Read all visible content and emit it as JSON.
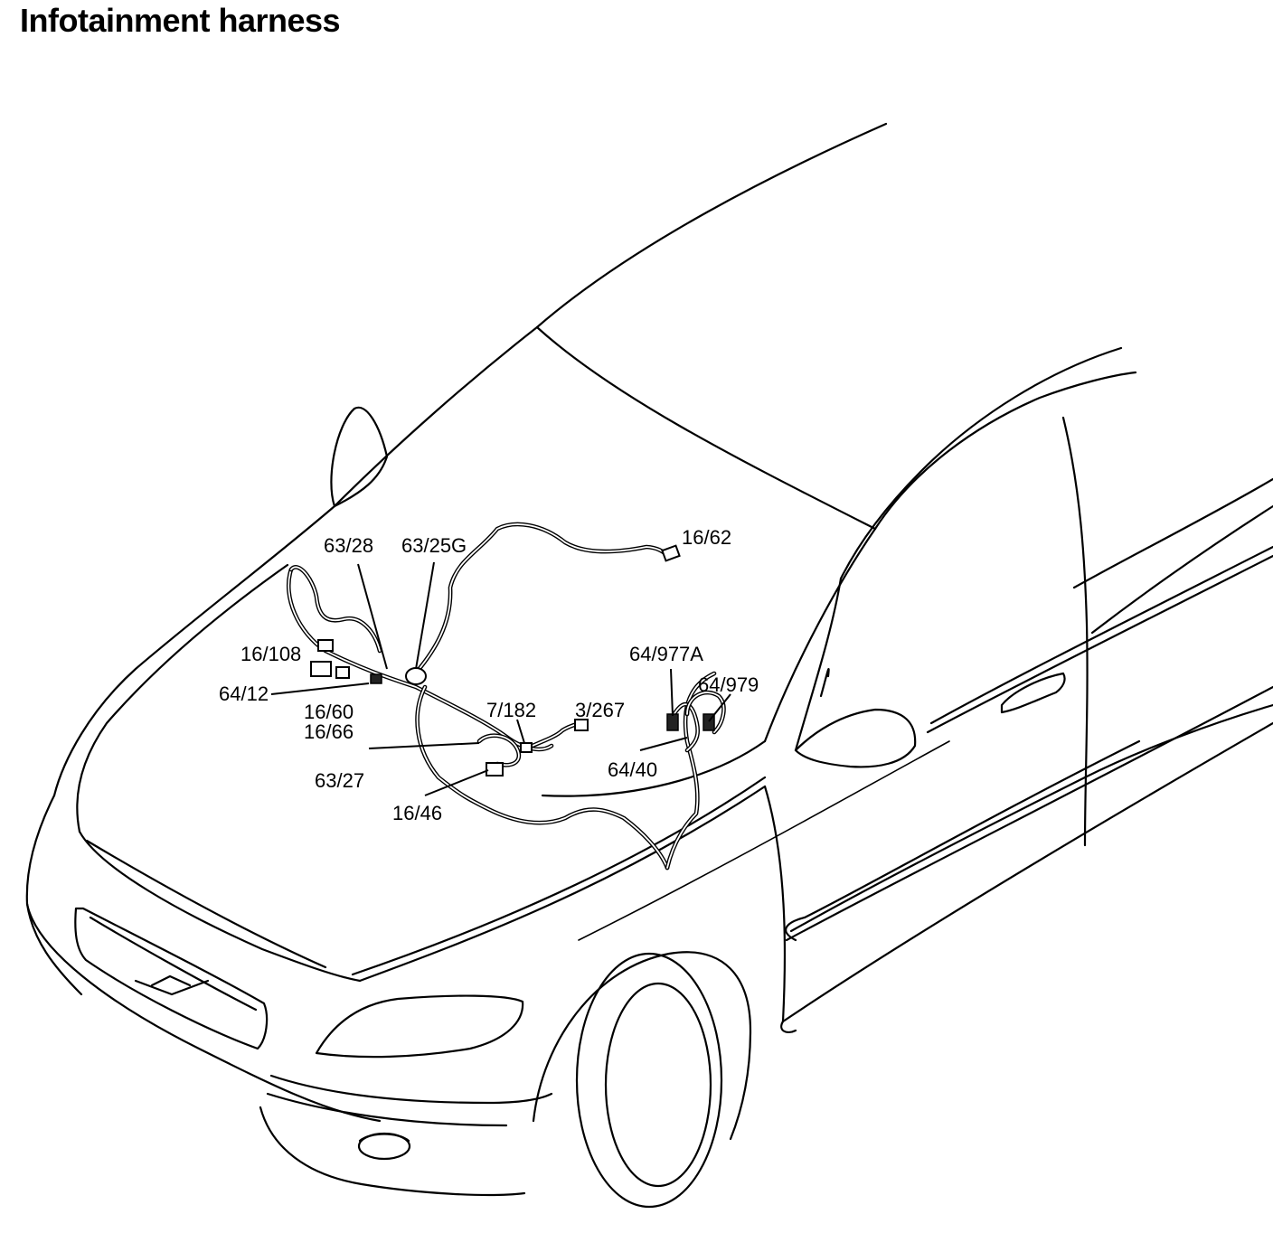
{
  "title": "Infotainment harness",
  "components": [
    {
      "id": "16/62"
    },
    {
      "id": "63/28"
    },
    {
      "id": "63/25G"
    },
    {
      "id": "16/108"
    },
    {
      "id": "64/12"
    },
    {
      "id": "16/60"
    },
    {
      "id": "16/66"
    },
    {
      "id": "63/27"
    },
    {
      "id": "16/46"
    },
    {
      "id": "7/182"
    },
    {
      "id": "3/267"
    },
    {
      "id": "64/977A"
    },
    {
      "id": "64/979"
    },
    {
      "id": "64/40"
    }
  ],
  "colors": {
    "line": "#000000",
    "background": "#ffffff"
  }
}
